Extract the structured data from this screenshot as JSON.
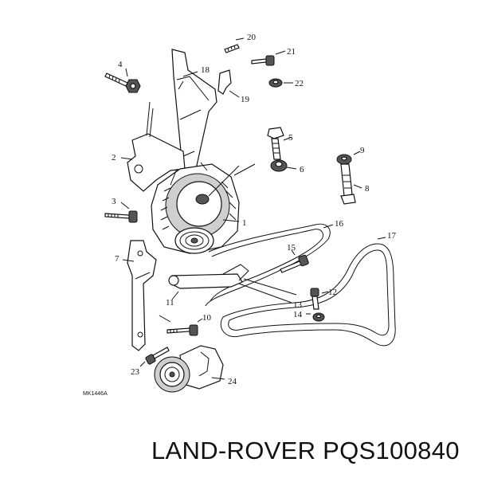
{
  "diagram": {
    "callouts": [
      "1",
      "2",
      "3",
      "4",
      "5",
      "6",
      "7",
      "8",
      "9",
      "10",
      "11",
      "12",
      "13",
      "14",
      "15",
      "16",
      "17",
      "18",
      "19",
      "20",
      "21",
      "22",
      "23",
      "24"
    ],
    "reference_code": "MK1446A"
  },
  "caption": "LAND-ROVER PQS100840"
}
